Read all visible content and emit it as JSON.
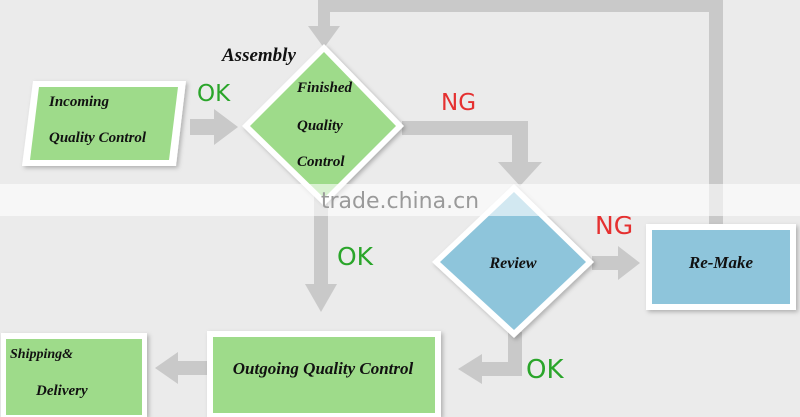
{
  "nodes": {
    "incoming": {
      "line1": "Incoming",
      "line2": "Quality Control"
    },
    "assembly_caption": "Assembly",
    "finished": {
      "line1": "Finished",
      "line2": "Quality",
      "line3": "Control"
    },
    "review": "Review",
    "remake": "Re-Make",
    "outgoing": "Outgoing Quality Control",
    "shipping": {
      "line1": "Shipping&",
      "line2": "Delivery"
    }
  },
  "edges": {
    "incoming_to_finished": "OK",
    "finished_to_review": "NG",
    "finished_to_outgoing": "OK",
    "review_to_remake": "NG",
    "review_to_outgoing": "OK"
  },
  "watermark": "trade.china.cn",
  "colors": {
    "background": "#ebebeb",
    "green_fill": "#9edb8a",
    "blue_fill": "#8ec5db",
    "arrow": "#c9c9c9",
    "ok_text": "#2aa52a",
    "ng_text": "#e53030"
  }
}
